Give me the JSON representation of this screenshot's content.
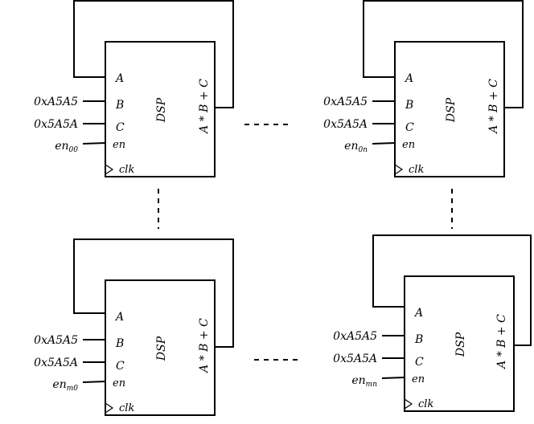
{
  "blocks": [
    {
      "title": "DSP",
      "output": "A * B + C",
      "ports": {
        "a": "A",
        "b": "B",
        "c": "C",
        "en": "en",
        "clk": "clk"
      },
      "inputs": {
        "b": "0xA5A5",
        "c": "0x5A5A"
      },
      "enable": {
        "base": "en",
        "sub": "00"
      }
    },
    {
      "title": "DSP",
      "output": "A * B + C",
      "ports": {
        "a": "A",
        "b": "B",
        "c": "C",
        "en": "en",
        "clk": "clk"
      },
      "inputs": {
        "b": "0xA5A5",
        "c": "0x5A5A"
      },
      "enable": {
        "base": "en",
        "sub": "0n"
      }
    },
    {
      "title": "DSP",
      "output": "A * B + C",
      "ports": {
        "a": "A",
        "b": "B",
        "c": "C",
        "en": "en",
        "clk": "clk"
      },
      "inputs": {
        "b": "0xA5A5",
        "c": "0x5A5A"
      },
      "enable": {
        "base": "en",
        "sub": "m0"
      }
    },
    {
      "title": "DSP",
      "output": "A * B + C",
      "ports": {
        "a": "A",
        "b": "B",
        "c": "C",
        "en": "en",
        "clk": "clk"
      },
      "inputs": {
        "b": "0xA5A5",
        "c": "0x5A5A"
      },
      "enable": {
        "base": "en",
        "sub": "mn"
      }
    }
  ]
}
